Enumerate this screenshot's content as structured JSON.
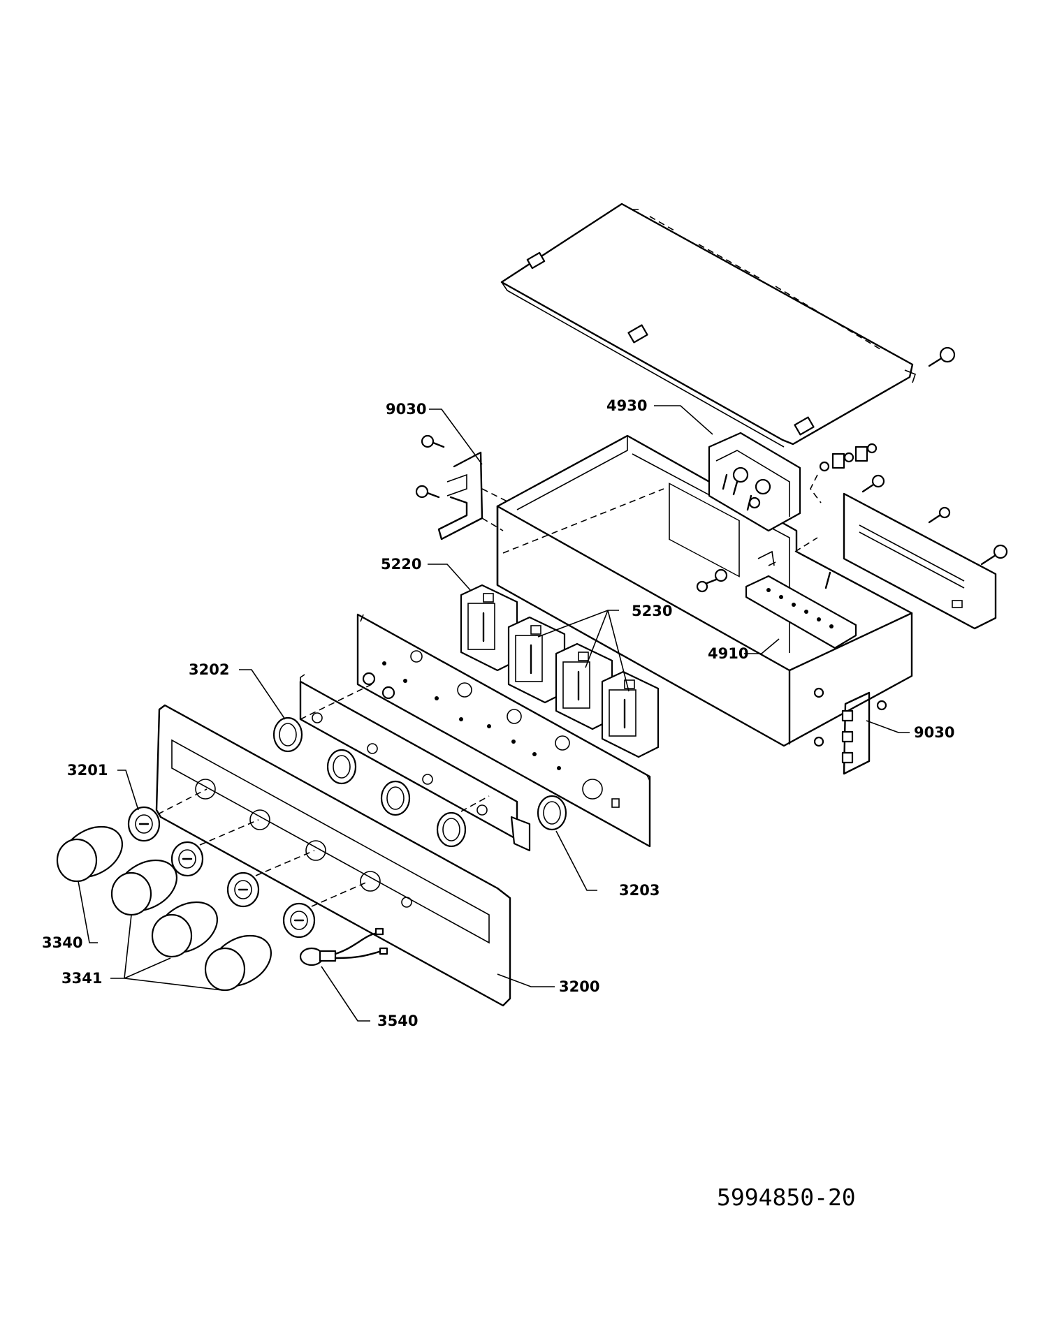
{
  "labels": {
    "p3200": "3200",
    "p3201": "3201",
    "p3202": "3202",
    "p3203": "3203",
    "p3340": "3340",
    "p3341": "3341",
    "p3540": "3540",
    "p4910": "4910",
    "p4930": "4930",
    "p5220": "5220",
    "p5230": "5230",
    "p9030_top": "9030",
    "p9030_right": "9030"
  },
  "document_number": "5994850-20"
}
